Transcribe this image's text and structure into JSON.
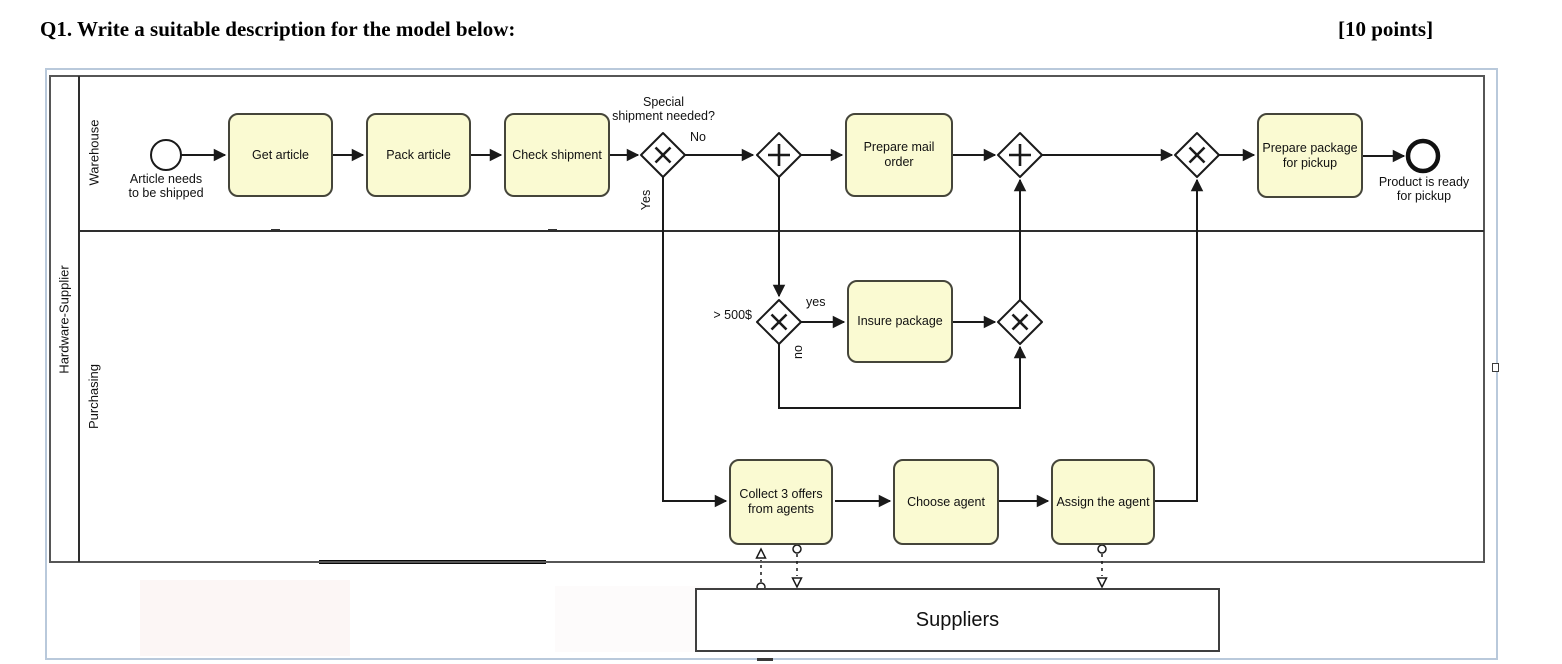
{
  "header": {
    "question": "Q1. Write a suitable description for the model below:",
    "points": "[10 points]"
  },
  "diagram": {
    "pool": {
      "name": "Hardware-Supplier",
      "lanes": [
        {
          "name": "Warehouse"
        },
        {
          "name": "Purchasing"
        }
      ]
    },
    "events": {
      "start": {
        "type": "start-event",
        "label": "Article needs\nto be shipped"
      },
      "end": {
        "type": "end-event",
        "label": "Product is ready\nfor pickup"
      }
    },
    "tasks": [
      {
        "label": "Get article"
      },
      {
        "label": "Pack article"
      },
      {
        "label": "Check shipment"
      },
      {
        "label": "Prepare mail order"
      },
      {
        "label": "Prepare package for pickup"
      },
      {
        "label": "Insure package"
      },
      {
        "label": "Collect 3 offers from agents"
      },
      {
        "label": "Choose agent"
      },
      {
        "label": "Assign the agent"
      }
    ],
    "gateways": [
      {
        "type": "exclusive",
        "symbol": "x",
        "label": "Special\nshipment needed?"
      },
      {
        "type": "parallel",
        "symbol": "+"
      },
      {
        "type": "parallel",
        "symbol": "+"
      },
      {
        "type": "exclusive",
        "symbol": "x"
      },
      {
        "type": "exclusive",
        "symbol": "x",
        "label": "> 500$"
      },
      {
        "type": "exclusive",
        "symbol": "x"
      }
    ],
    "edge_labels": {
      "no_upper": "No",
      "yes_upper": "Yes",
      "yes_lower": "yes",
      "no_lower": "no"
    },
    "external_pool": {
      "name": "Suppliers"
    },
    "colors": {
      "task_fill": "#fafad2",
      "task_border": "#45453a",
      "flow_line": "#1a1a1a",
      "pool_border": "#565656",
      "selection_frame": "#b9c9db"
    }
  }
}
